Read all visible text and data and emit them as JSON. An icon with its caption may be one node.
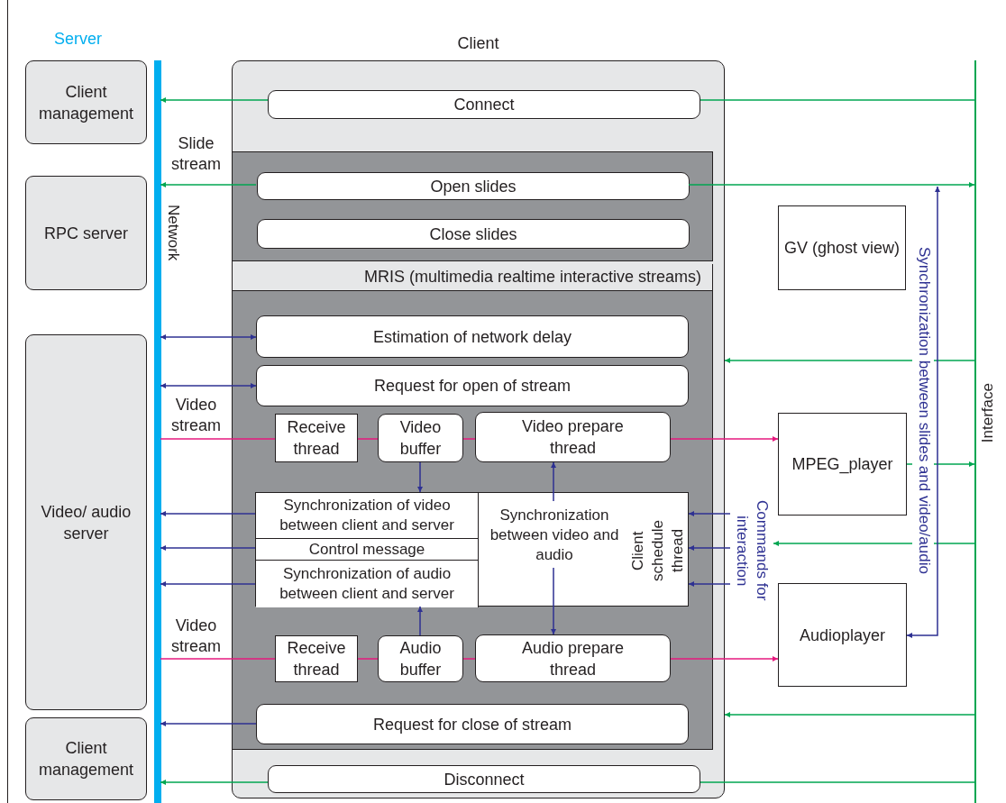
{
  "diagram": {
    "nodes": [
      {
        "text": [
          "Client management"
        ]
      },
      {
        "text": [
          "RPC server"
        ]
      },
      {
        "text": [
          "Video/ audio server"
        ]
      },
      {
        "text": [
          "Client management"
        ]
      },
      {
        "text": [
          "Network"
        ]
      },
      {
        "text": [
          "Client"
        ]
      },
      {
        "text": [
          "Connect"
        ],
        "in": 5
      },
      {
        "text": [],
        "shape": "box",
        "in": 5
      },
      {
        "text": [
          "Open slides"
        ],
        "in": 7
      },
      {
        "text": [
          "Close slides"
        ],
        "in": 7
      },
      {
        "text": [
          "MRIS (multimedia realtime interactive streams)"
        ],
        "in": 5
      },
      {
        "text": [
          "Estimation of network delay"
        ],
        "in": 10
      },
      {
        "text": [
          "Request for open of stream"
        ],
        "in": 10
      },
      {
        "text": [
          "Receive thread"
        ],
        "in": 10
      },
      {
        "text": [
          "Video buffer"
        ],
        "in": 10
      },
      {
        "text": [
          "Video prepare thread"
        ],
        "in": 10
      },
      {
        "text": [],
        "shape": "box",
        "in": 10
      },
      {
        "text": [
          "Synchronization of video between client and server"
        ],
        "in": 16
      },
      {
        "text": [
          "Control message"
        ],
        "in": 16
      },
      {
        "text": [
          "Synchronization of audio between client and server"
        ],
        "in": 16
      },
      {
        "text": [
          "Synchronization between video and audio"
        ],
        "in": 16
      },
      {
        "text": [
          "Client schedule thread"
        ],
        "in": 16
      },
      {
        "text": [
          "Receive thread"
        ],
        "in": 10
      },
      {
        "text": [
          "Audio buffer"
        ],
        "in": 10
      },
      {
        "text": [
          "Audio prepare thread"
        ],
        "in": 10
      },
      {
        "text": [
          "Request for close of stream"
        ],
        "in": 10
      },
      {
        "text": [
          "Disconnect"
        ],
        "in": 5
      },
      {
        "text": [
          "GV (ghost view)"
        ]
      },
      {
        "text": [
          "Commands for interaction"
        ]
      },
      {
        "text": [
          "MPEG_player"
        ]
      },
      {
        "text": [
          "Audioplayer"
        ]
      },
      {
        "text": [
          "Interface"
        ]
      }
    ],
    "edges": [
      {
        "from": 31,
        "to": 6,
        "arrow": "none",
        "color": "#00a651"
      },
      {
        "from": 6,
        "to": 4,
        "arrow": "to",
        "color": "#00a651"
      },
      {
        "from": 8,
        "to": 4,
        "arrow": "to",
        "label": "Slide stream",
        "color": "#00a651"
      },
      {
        "from": 8,
        "to": 31,
        "arrow": "to",
        "color": "#00a651"
      },
      {
        "from": 11,
        "to": 4,
        "arrow": "both"
      },
      {
        "from": 12,
        "to": 4,
        "arrow": "both"
      },
      {
        "from": 31,
        "to": 5,
        "arrow": "to",
        "color": "#00a651"
      },
      {
        "from": 4,
        "to": 13,
        "arrow": "none",
        "label": "Video stream",
        "color": "#e6197e"
      },
      {
        "from": 13,
        "to": 14,
        "arrow": "none",
        "color": "#e6197e"
      },
      {
        "from": 14,
        "to": 15,
        "arrow": "none",
        "color": "#e6197e"
      },
      {
        "from": 15,
        "to": 29,
        "arrow": "to",
        "color": "#e6197e"
      },
      {
        "from": 29,
        "to": 31,
        "arrow": "to",
        "color": "#00a651"
      },
      {
        "from": 14,
        "to": 16,
        "arrow": "to"
      },
      {
        "from": 20,
        "to": 15,
        "arrow": "to"
      },
      {
        "from": 17,
        "to": 4,
        "arrow": "to"
      },
      {
        "from": 18,
        "to": 4,
        "arrow": "to"
      },
      {
        "from": 19,
        "to": 4,
        "arrow": "to"
      },
      {
        "from": 28,
        "to": 21,
        "arrow": "to"
      },
      {
        "from": 28,
        "to": 21,
        "arrow": "to"
      },
      {
        "from": 28,
        "to": 21,
        "arrow": "to"
      },
      {
        "from": 31,
        "to": 28,
        "arrow": "to",
        "color": "#00a651"
      },
      {
        "from": 20,
        "to": 24,
        "arrow": "to"
      },
      {
        "from": 23,
        "to": 16,
        "arrow": "to"
      },
      {
        "from": 4,
        "to": 22,
        "arrow": "none",
        "label": "Video stream",
        "color": "#e6197e"
      },
      {
        "from": 22,
        "to": 23,
        "arrow": "none",
        "color": "#e6197e"
      },
      {
        "from": 23,
        "to": 24,
        "arrow": "none",
        "color": "#e6197e"
      },
      {
        "from": 24,
        "to": 30,
        "arrow": "to",
        "color": "#e6197e"
      },
      {
        "from": 30,
        "to": null,
        "arrow": "both",
        "label": "Synchronization between slides and video/audio"
      },
      {
        "from": 31,
        "to": 5,
        "arrow": "to",
        "color": "#00a651"
      },
      {
        "from": 25,
        "to": 4,
        "arrow": "to"
      },
      {
        "from": 31,
        "to": 26,
        "arrow": "none",
        "color": "#00a651"
      },
      {
        "from": 26,
        "to": 4,
        "arrow": "to",
        "color": "#00a651"
      }
    ],
    "labels": [
      "Server"
    ]
  }
}
